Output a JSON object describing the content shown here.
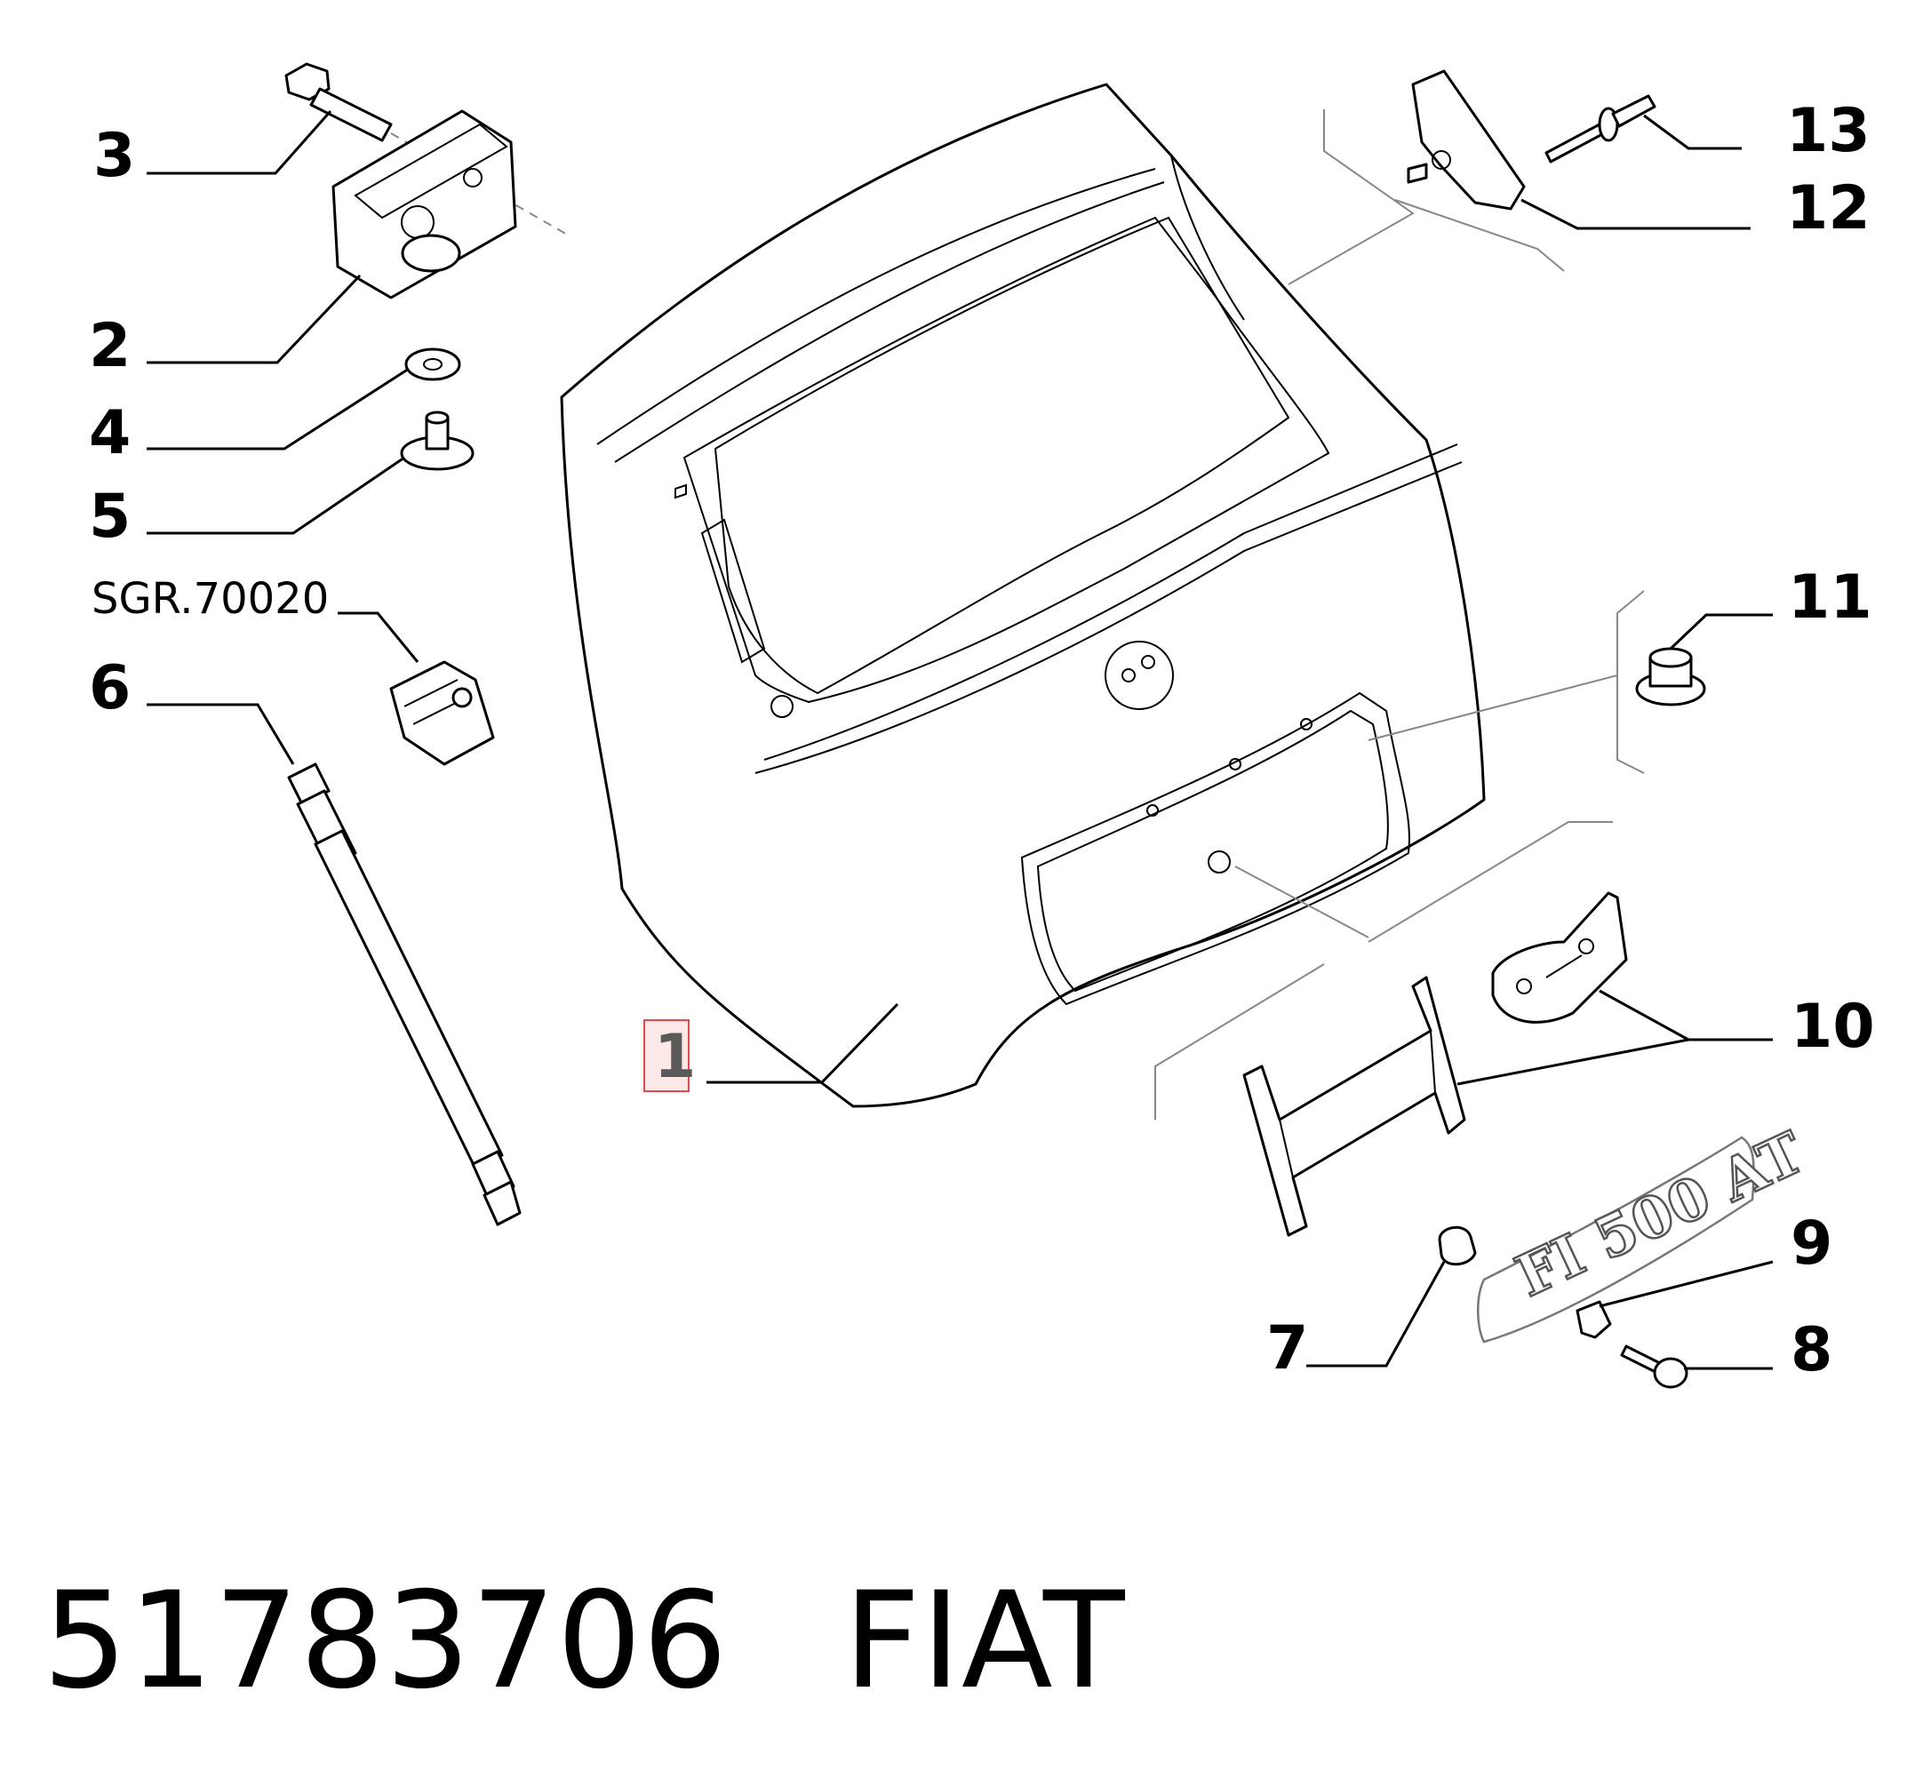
{
  "callouts": {
    "c1": "1",
    "c2": "2",
    "c3": "3",
    "c4": "4",
    "c5": "5",
    "c6": "6",
    "c7": "7",
    "c8": "8",
    "c9": "9",
    "c10": "10",
    "c11": "11",
    "c12": "12",
    "c13": "13",
    "ref": "SGR.70020"
  },
  "badge_text": "FI 500 AT",
  "highlight_color": "#e5484d",
  "footer": {
    "part_number": "51783706",
    "brand": "FIAT"
  }
}
